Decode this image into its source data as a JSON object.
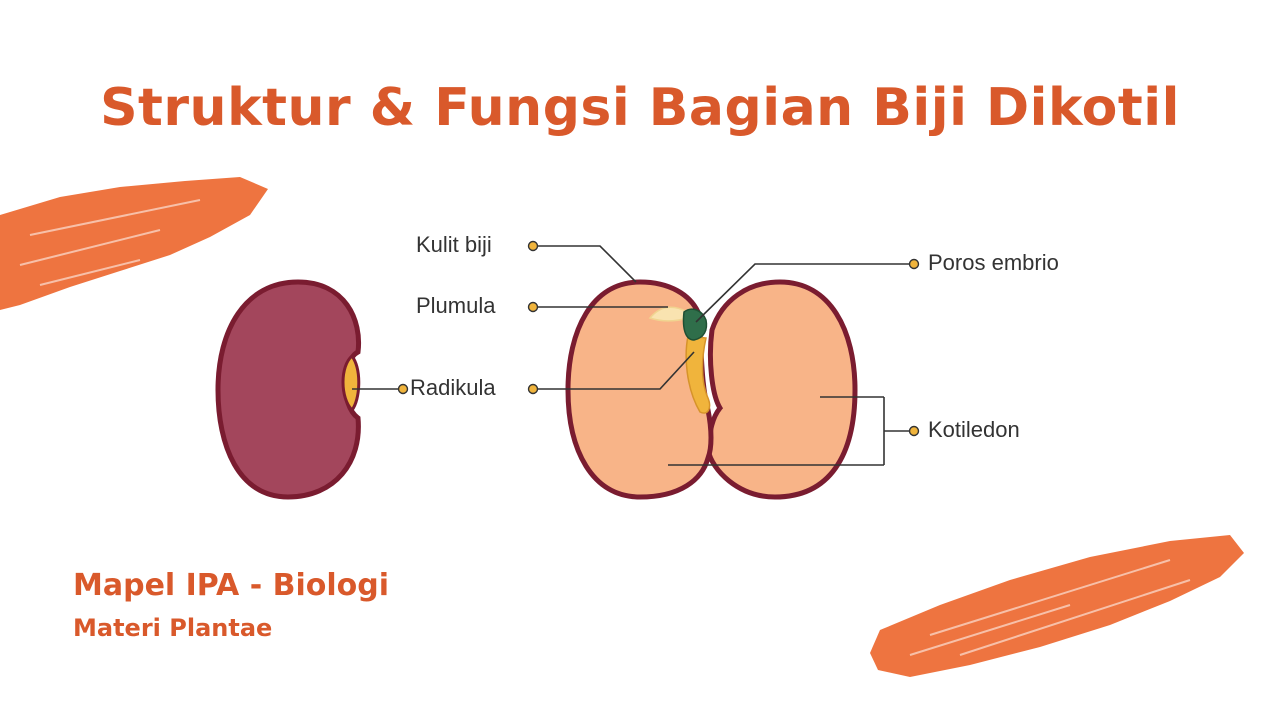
{
  "title": "Struktur & Fungsi Bagian Biji Dikotil",
  "labels": {
    "kulit_biji": "Kulit biji",
    "plumula": "Plumula",
    "radikula": "Radikula",
    "poros_embrio": "Poros embrio",
    "kotiledon": "Kotiledon"
  },
  "footer": {
    "subject": "Mapel IPA - Biologi",
    "material": "Materi Plantae"
  },
  "colors": {
    "accent": "#d9592b",
    "brush": "#ee7440",
    "seed_coat": "#a3465c",
    "seed_outline": "#7a1c30",
    "cotyledon": "#f8b488",
    "radicle": "#f0b43c",
    "embryo_axis": "#2f6e4a"
  }
}
